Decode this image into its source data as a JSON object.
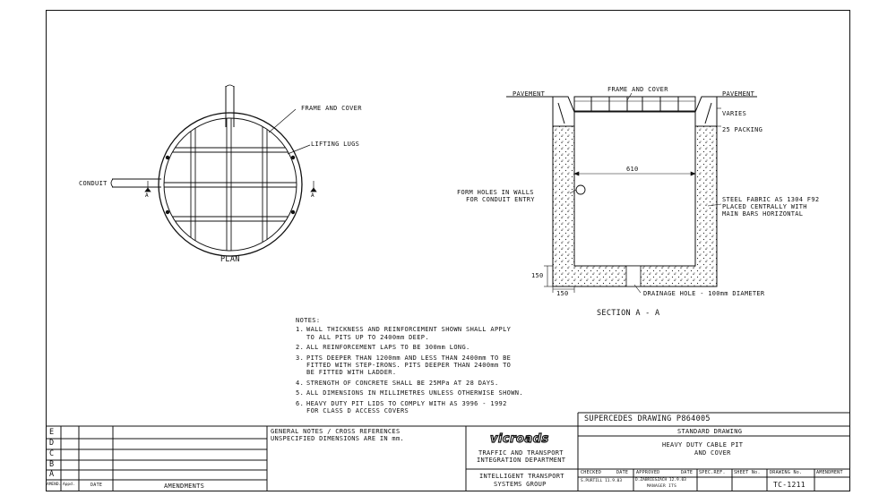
{
  "plan": {
    "label_frame_cover": "FRAME AND COVER",
    "label_lifting_lugs": "LIFTING LUGS",
    "label_conduit": "CONDUIT",
    "section_marker": "A",
    "title": "PLAN"
  },
  "section": {
    "label_pavement_left": "PAVEMENT",
    "label_frame_cover": "FRAME AND COVER",
    "label_pavement_right": "PAVEMENT",
    "label_varies": "VARIES",
    "label_packing": "25 PACKING",
    "dim_width": "610",
    "label_form_holes_1": "FORM HOLES IN WALLS",
    "label_form_holes_2": "FOR CONDUIT ENTRY",
    "label_fabric_1": "STEEL FABRIC AS 1304 F92",
    "label_fabric_2": "PLACED CENTRALLY WITH",
    "label_fabric_3": "MAIN BARS HORIZONTAL",
    "dim_150_v": "150",
    "dim_150_h": "150",
    "label_drainage": "DRAINAGE HOLE - 100mm DIAMETER",
    "title": "SECTION A - A"
  },
  "notes": {
    "heading": "NOTES:",
    "items": [
      {
        "num": "1.",
        "text": "WALL THICKNESS AND REINFORCEMENT SHOWN SHALL APPLY\nTO ALL PITS UP TO 2400mm DEEP."
      },
      {
        "num": "2.",
        "text": "ALL REINFORCEMENT LAPS TO BE 300mm LONG."
      },
      {
        "num": "3.",
        "text": "PITS DEEPER THAN 1200mm AND LESS THAN 2400mm TO BE\nFITTED WITH STEP-IRONS. PITS DEEPER THAN 2400mm TO\nBE FITTED WITH LADDER."
      },
      {
        "num": "4.",
        "text": "STRENGTH OF CONCRETE SHALL BE 25MPa AT 28 DAYS."
      },
      {
        "num": "5.",
        "text": "ALL DIMENSIONS IN MILLIMETRES UNLESS OTHERWISE SHOWN."
      },
      {
        "num": "6.",
        "text": "HEAVY DUTY PIT LIDS TO COMPLY WITH AS 3996 - 1992\nFOR CLASS D ACCESS COVERS"
      }
    ]
  },
  "title_block": {
    "supercedes": "SUPERCEDES DRAWING P864005",
    "amend_letters": [
      "E",
      "D",
      "C",
      "B",
      "A"
    ],
    "amend_col_amend": "AMEND.",
    "amend_col_appd": "Appd.",
    "amend_col_date": "DATE",
    "amend_col_amendments": "AMENDMENTS",
    "general_notes_1": "GENERAL NOTES / CROSS REFERENCES",
    "general_notes_2": "UNSPECIFIED DIMENSIONS ARE IN mm.",
    "logo": "vicroads",
    "dept_1": "TRAFFIC AND TRANSPORT",
    "dept_2": "INTEGRATION DEPARTMENT",
    "group_1": "INTELLIGENT TRANSPORT",
    "group_2": "SYSTEMS GROUP",
    "std_drawing": "STANDARD DRAWING",
    "drawing_title_1": "HEAVY DUTY CABLE PIT",
    "drawing_title_2": "AND COVER",
    "checked": "CHECKED",
    "checked_date": "DATE",
    "checked_by": "S.PURTILL 11.9.03",
    "approved": "APPROVED",
    "approved_date": "DATE",
    "approved_by": "D.ZABRIESZACH 12.9.03",
    "approved_role": "MANAGER ITS",
    "spec_ref": "SPEC.REF.",
    "sheet_no": "SHEET No.",
    "drawing_no_label": "DRAWING No.",
    "amendment_label": "AMENDMENT",
    "drawing_no": "TC-1211"
  }
}
